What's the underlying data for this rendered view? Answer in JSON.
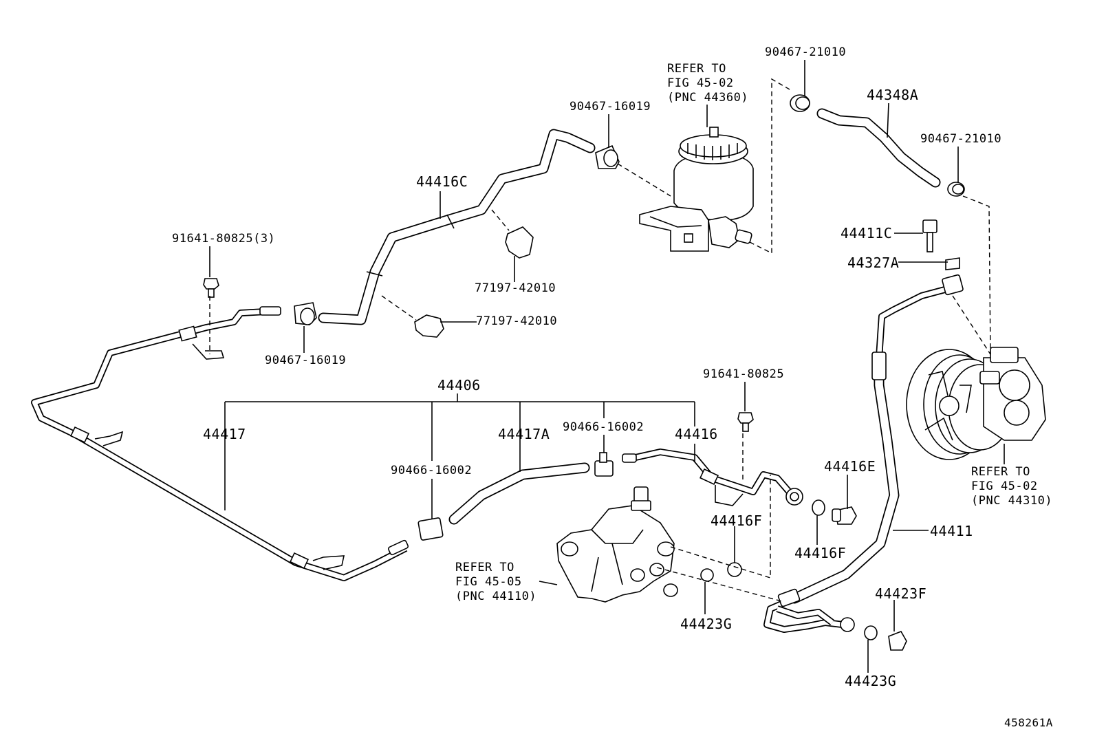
{
  "diagram_id": "458261A",
  "labels": {
    "p_90467_21010_top": "90467-21010",
    "p_refer_44360": "REFER TO\nFIG 45-02\n(PNC 44360)",
    "p_44348A": "44348A",
    "p_90467_16019_top": "90467-16019",
    "p_90467_21010_right": "90467-21010",
    "p_44416C": "44416C",
    "p_44411C": "44411C",
    "p_44327A": "44327A",
    "p_91641_80825_3": "91641-80825(3)",
    "p_77197_42010_a": "77197-42010",
    "p_77197_42010_b": "77197-42010",
    "p_90467_16019_bottom": "90467-16019",
    "p_91641_80825": "91641-80825",
    "p_44406": "44406",
    "p_44417": "44417",
    "p_44417A": "44417A",
    "p_90466_16002_upper": "90466-16002",
    "p_44416": "44416",
    "p_44416E": "44416E",
    "p_refer_44310": "REFER TO\nFIG 45-02\n(PNC 44310)",
    "p_90466_16002_lower": "90466-16002",
    "p_44416F_left": "44416F",
    "p_44411": "44411",
    "p_44416F_right": "44416F",
    "p_refer_44110": "REFER TO\nFIG 45-05\n(PNC 44110)",
    "p_44423F": "44423F",
    "p_44423G_left": "44423G",
    "p_44423G_right": "44423G"
  },
  "icons": {
    "reservoir": "reservoir-icon",
    "pump": "power-steering-pump-icon",
    "gear": "steering-gear-icon",
    "clamp": "hose-clamp-icon",
    "bolt": "bolt-icon"
  }
}
